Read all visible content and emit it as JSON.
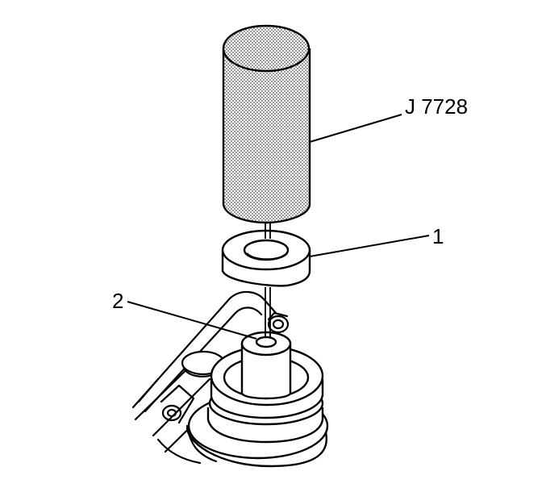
{
  "labels": {
    "tool": "J 7728",
    "part_1": "1",
    "part_2": "2"
  },
  "colors": {
    "line": "#000000",
    "background": "#ffffff",
    "stipple": "#555555"
  }
}
